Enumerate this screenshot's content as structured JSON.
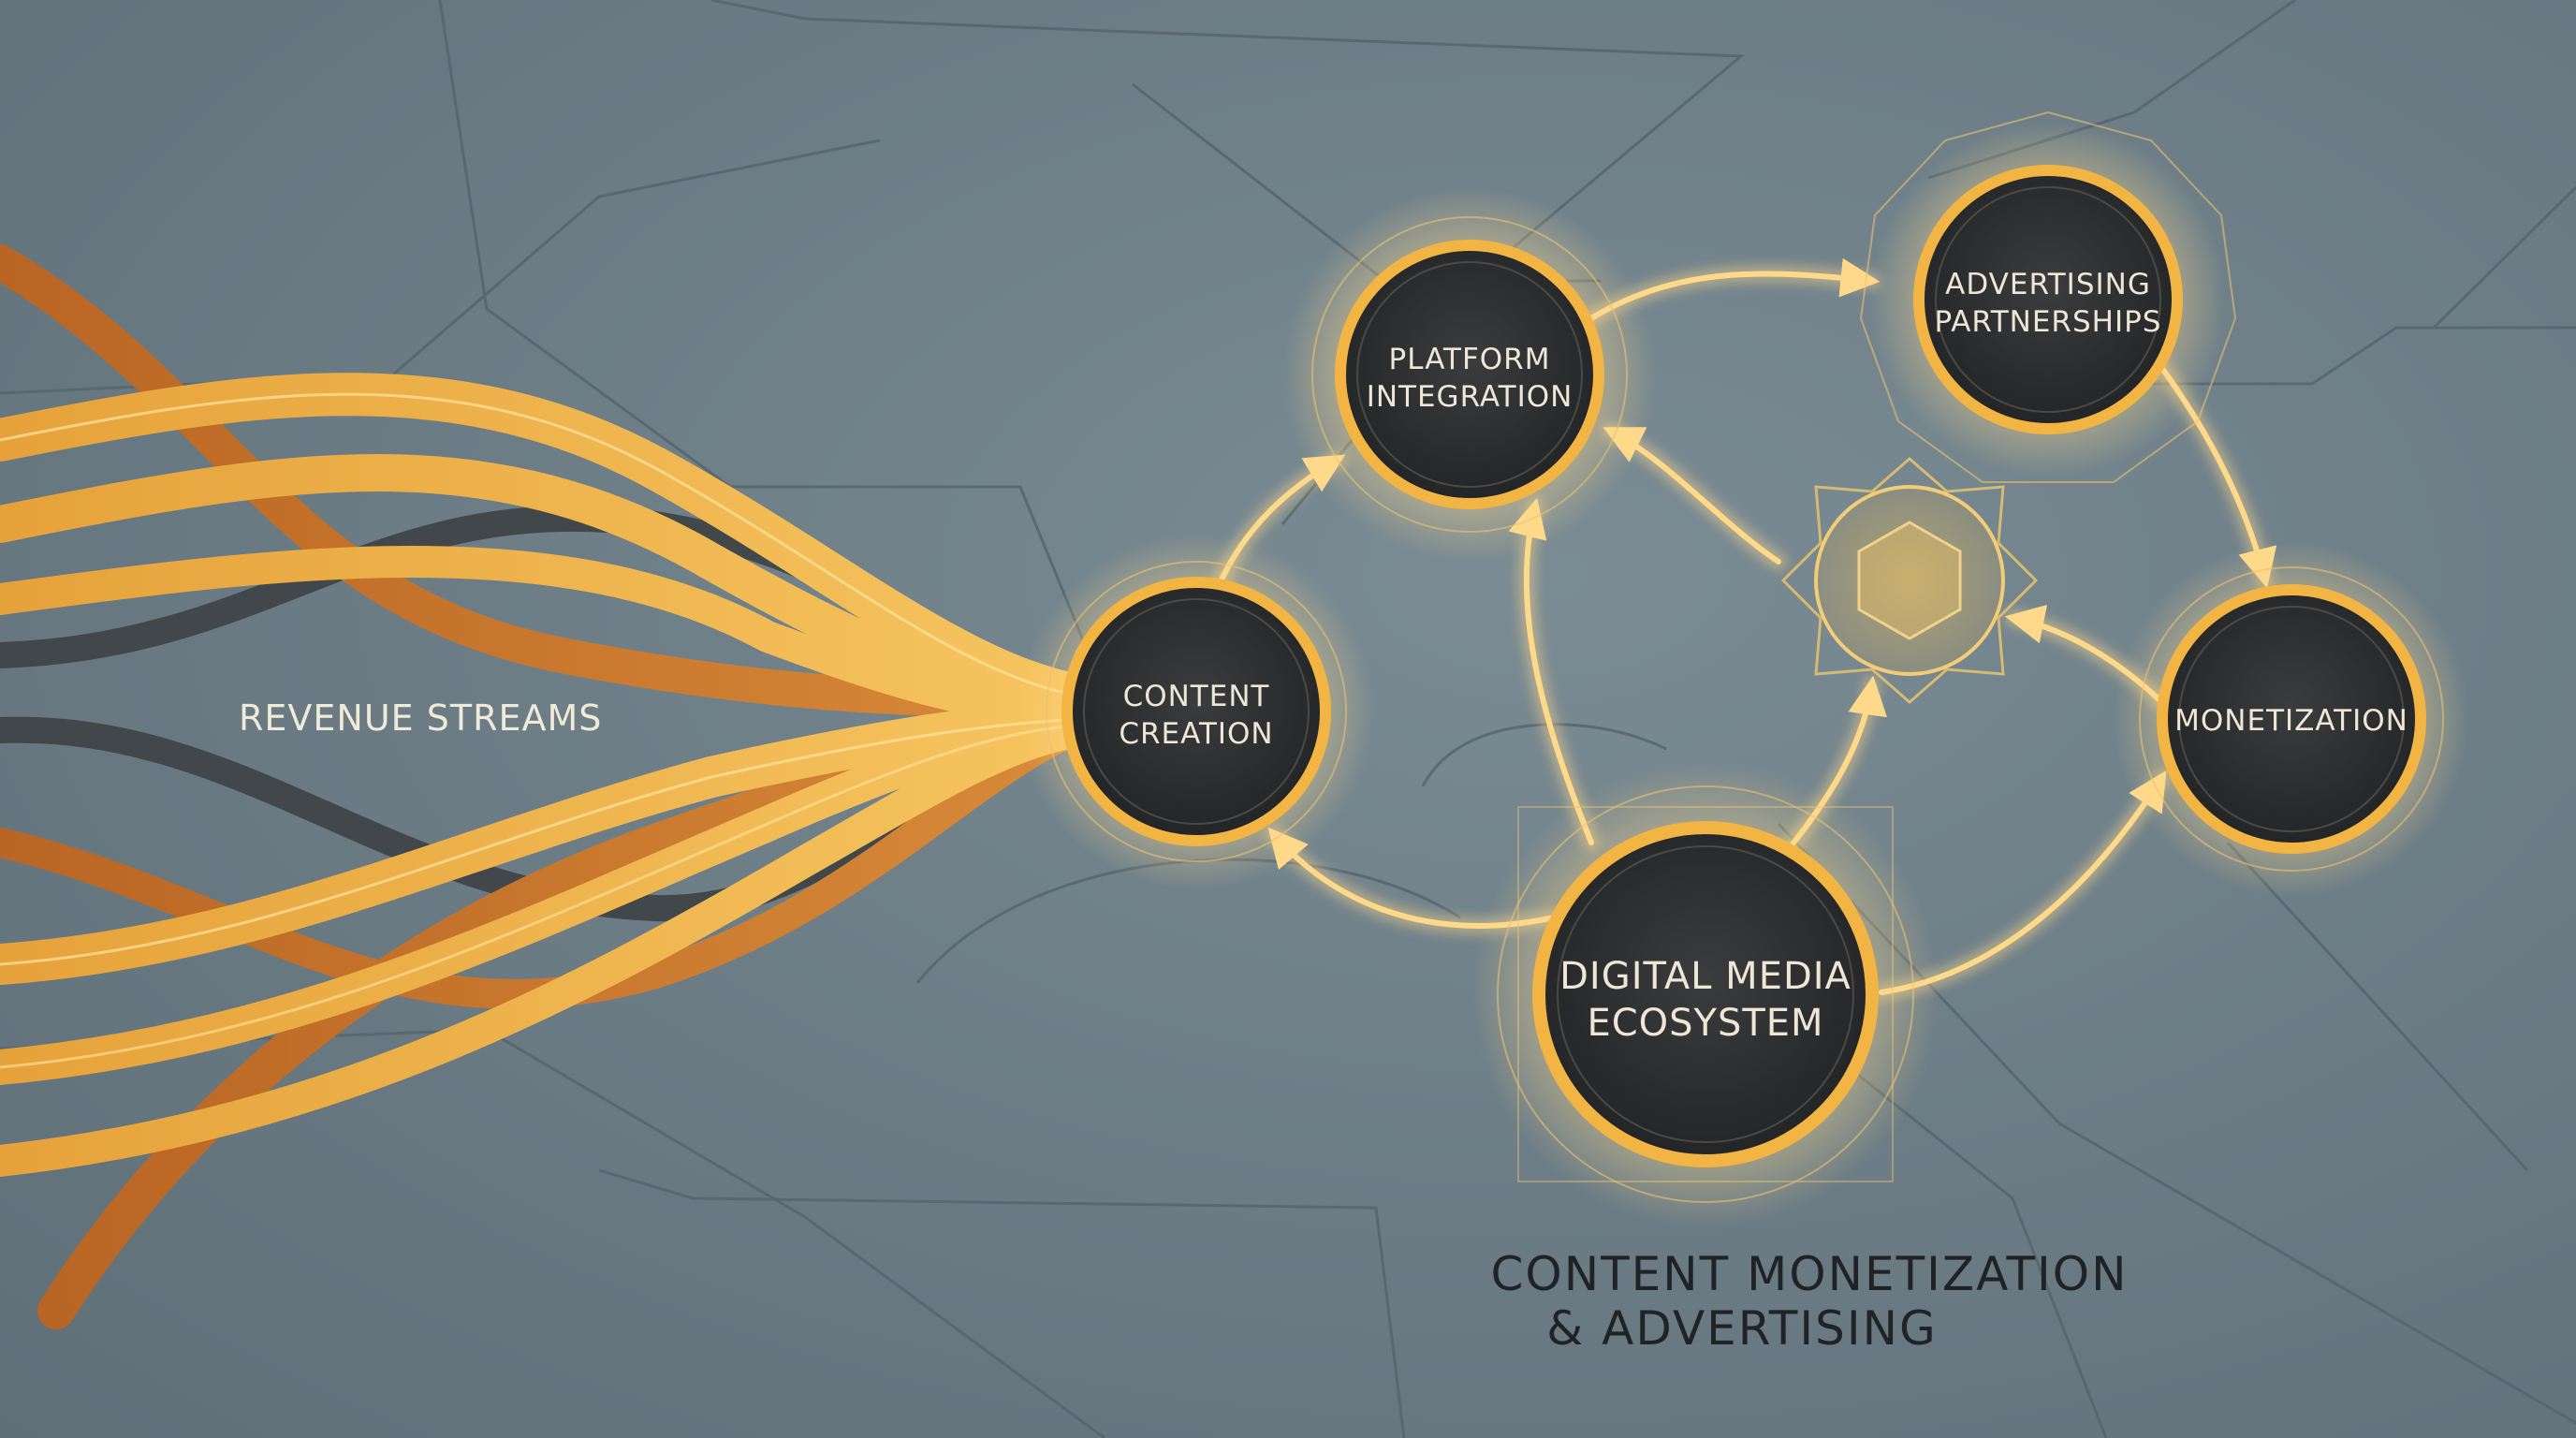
{
  "title": {
    "line1": "CONTENT MONETIZATION",
    "line2": "& ADVERTISING"
  },
  "streams_label": "REVENUE STREAMS",
  "nodes": {
    "content_creation": {
      "line1": "CONTENT",
      "line2": "CREATION"
    },
    "platform_integration": {
      "line1": "PLATFORM",
      "line2": "INTEGRATION"
    },
    "advertising_partnerships": {
      "line1": "ADVERTISING",
      "line2": "PARTNERSHIPS"
    },
    "monetization": {
      "line1": "MONETIZATION"
    },
    "digital_media_ecosystem": {
      "line1": "DIGITAL MEDIA",
      "line2": "ECOSYSTEM"
    }
  },
  "hub_icon": "hexagon-icon",
  "colors": {
    "background": "#6f8089",
    "gold": "#f2b544",
    "gold_light": "#ffd98a",
    "copper": "#c9762f",
    "dark_node": "#2b2d2f",
    "dark_stream": "#3d4144"
  }
}
